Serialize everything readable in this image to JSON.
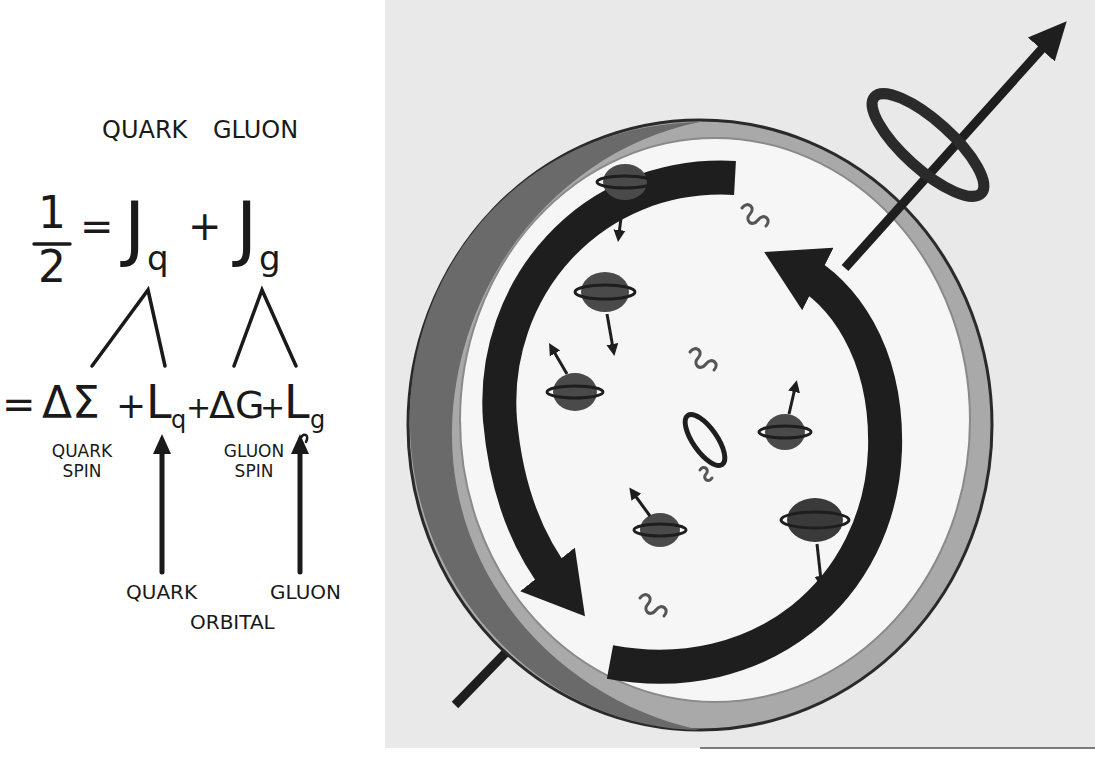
{
  "diagram": {
    "labels": [
      "QUARK",
      "GLUON",
      "1",
      "2",
      "=",
      "J",
      "q",
      "+",
      "J",
      "g",
      "=",
      "ΔΣ",
      "+",
      "L",
      "q",
      "+",
      "ΔG",
      "+",
      "L",
      "g",
      "QUARK SPIN",
      "GLUON SPIN",
      "QUARK",
      "GLUON",
      "ORBITAL"
    ]
  }
}
